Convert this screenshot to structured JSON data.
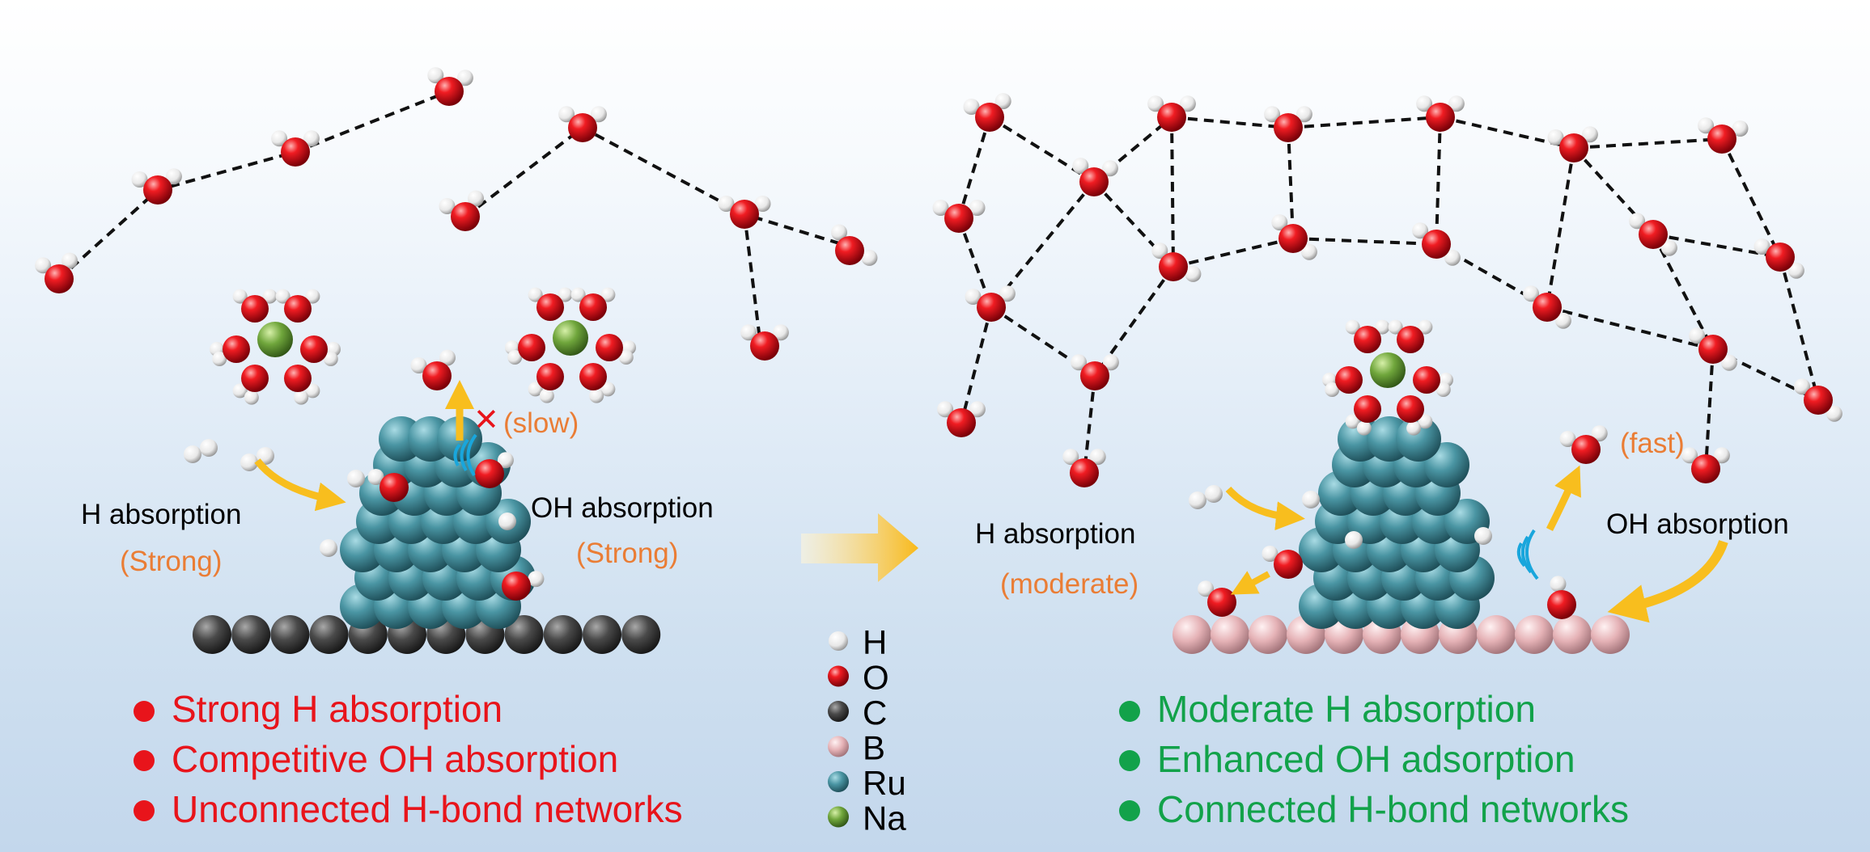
{
  "left": {
    "h_label": "H absorption",
    "h_strength": "(Strong)",
    "oh_label": "OH absorption",
    "oh_strength": "(Strong)",
    "rate": "(slow)",
    "block_mark": "✕",
    "bullets": [
      "Strong H absorption",
      "Competitive OH absorption",
      "Unconnected H-bond networks"
    ],
    "bullet_color": "#e8141b"
  },
  "right": {
    "h_label": "H absorption",
    "h_strength": "(moderate)",
    "oh_label": "OH absorption",
    "rate": "(fast)",
    "bullets": [
      "Moderate H absorption",
      "Enhanced OH adsorption",
      "Connected H-bond networks"
    ],
    "bullet_color": "#12a24a"
  },
  "legend": [
    {
      "symbol": "H",
      "color": "#ffffff"
    },
    {
      "symbol": "O",
      "color": "#e3141a"
    },
    {
      "symbol": "C",
      "color": "#3a3a3a"
    },
    {
      "symbol": "B",
      "color": "#e6b2b6"
    },
    {
      "symbol": "Ru",
      "color": "#3f8593"
    },
    {
      "symbol": "Na",
      "color": "#6ea33a"
    }
  ],
  "colors": {
    "strength_text": "#ea7d35",
    "arrow": "#f8be1e",
    "wave": "#19a6dc"
  }
}
